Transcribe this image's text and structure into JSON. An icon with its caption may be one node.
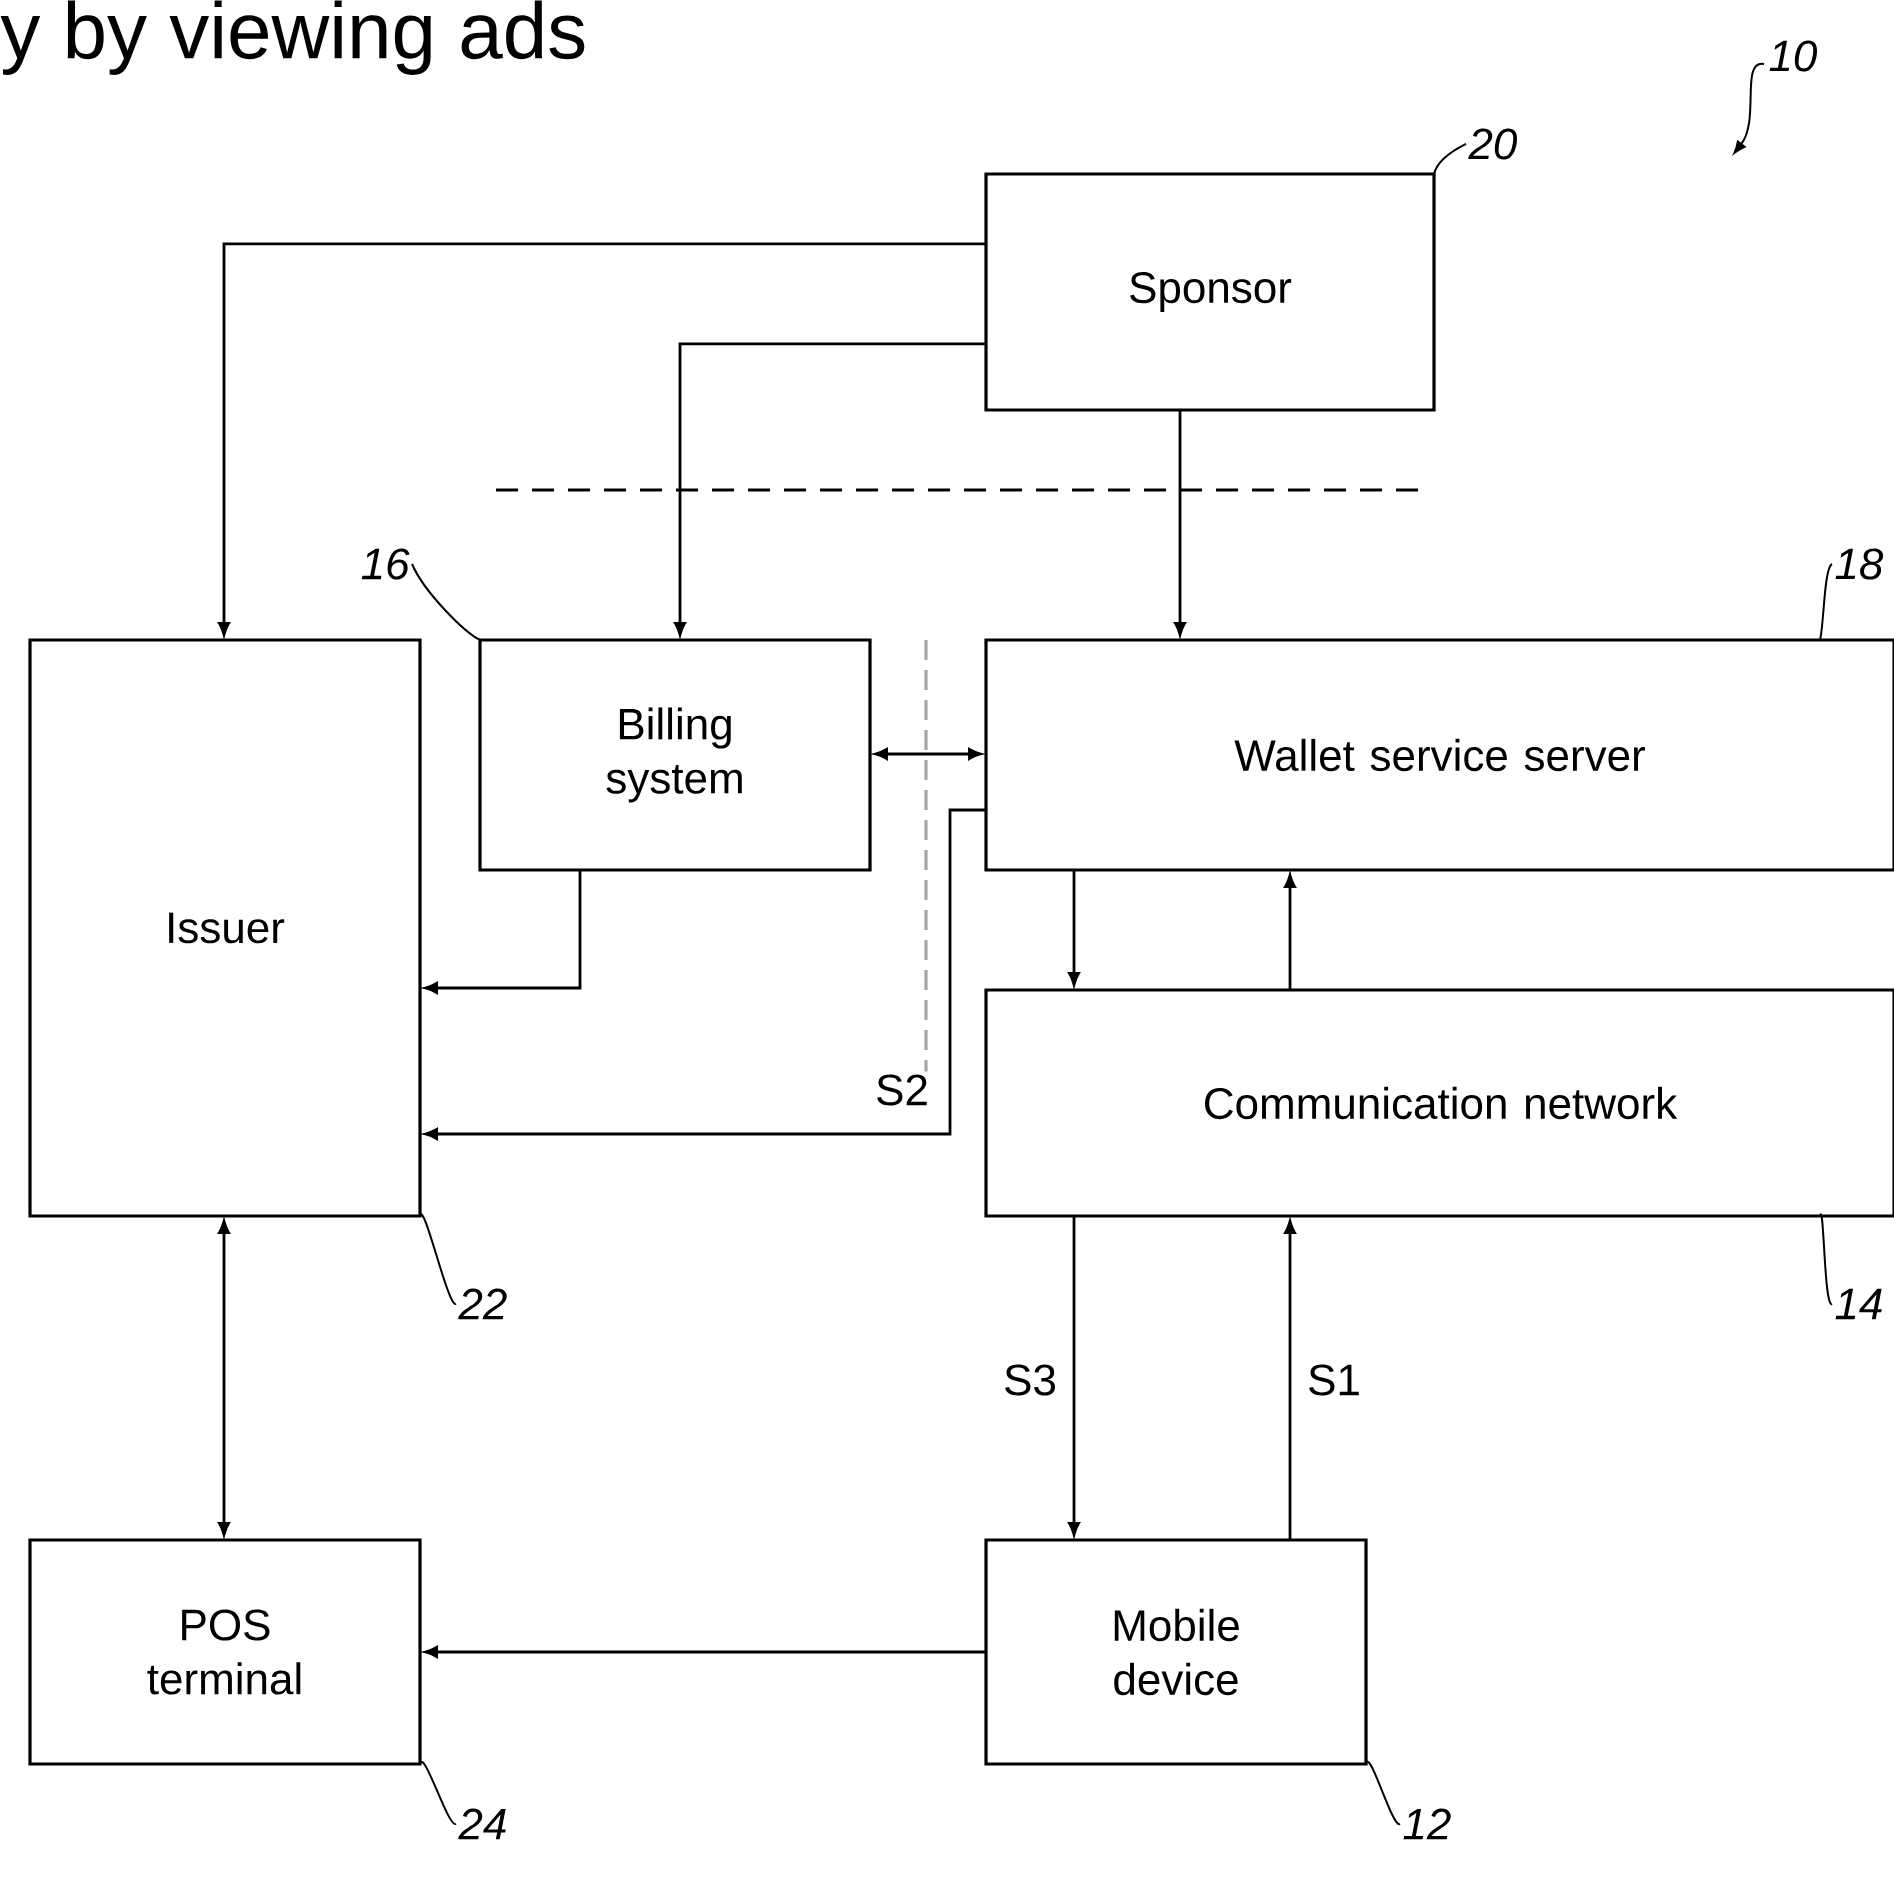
{
  "diagram": {
    "title": "y by viewing ads",
    "nodes": [
      {
        "text": [
          "Sponsor"
        ],
        "beside": [
          "20"
        ]
      },
      {
        "text": [
          "Issuer"
        ],
        "beside": [
          "22"
        ]
      },
      {
        "text": [
          "Billing system"
        ],
        "beside": [
          "16"
        ]
      },
      {
        "text": [
          "Wallet service server"
        ],
        "beside": [
          "18"
        ]
      },
      {
        "text": [
          "Communication network"
        ],
        "beside": [
          "14"
        ]
      },
      {
        "text": [
          "POS terminal"
        ],
        "beside": [
          "24"
        ]
      },
      {
        "text": [
          "Mobile device"
        ],
        "beside": [
          "12"
        ]
      }
    ],
    "edges": [
      {
        "from": 0,
        "to": 1,
        "arrow": "to"
      },
      {
        "from": 0,
        "to": 2,
        "arrow": "to"
      },
      {
        "from": 0,
        "to": 3,
        "arrow": "to"
      },
      {
        "from": 2,
        "to": 3,
        "arrow": "both"
      },
      {
        "from": 2,
        "to": 1,
        "arrow": "to"
      },
      {
        "from": 3,
        "to": 1,
        "arrow": "to",
        "label": "S2"
      },
      {
        "from": 3,
        "to": 4,
        "arrow": "to"
      },
      {
        "from": 4,
        "to": 3,
        "arrow": "to"
      },
      {
        "from": 4,
        "to": 6,
        "arrow": "to",
        "label": "S3"
      },
      {
        "from": 6,
        "to": 4,
        "arrow": "to",
        "label": "S1"
      },
      {
        "from": 1,
        "to": 5,
        "arrow": "both"
      },
      {
        "from": 6,
        "to": 5,
        "arrow": "to"
      }
    ],
    "labels": [
      "10"
    ]
  }
}
